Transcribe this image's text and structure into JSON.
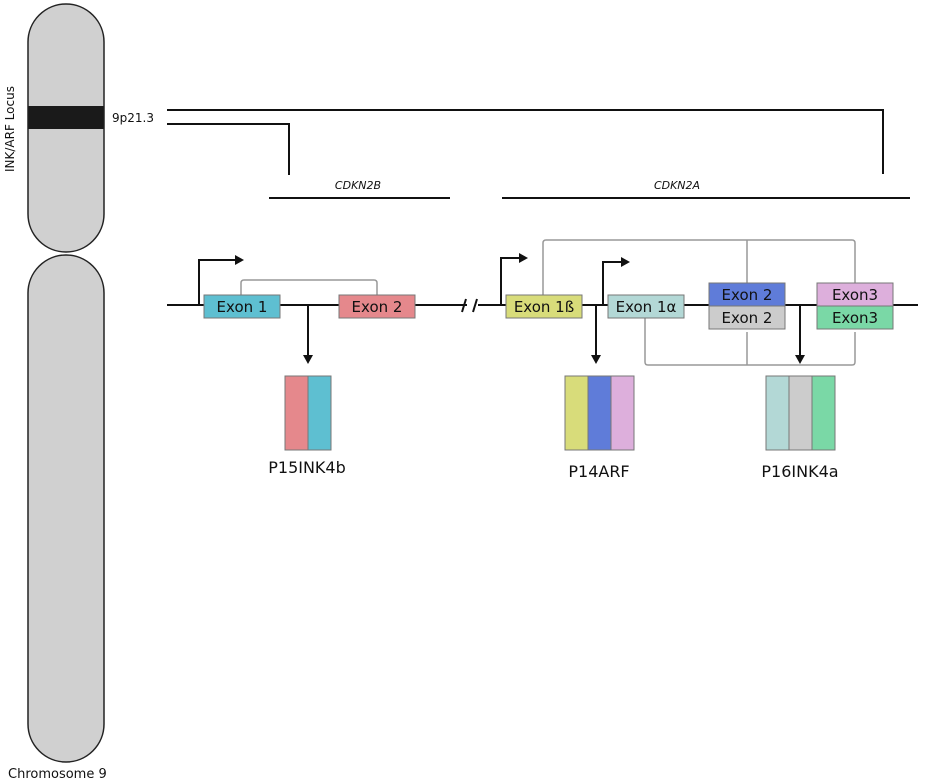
{
  "chromosome": {
    "name": "Chromosome 9",
    "locus_label": "INK/ARF Locus",
    "band": "9p21.3",
    "body_color": "#d0d0d0",
    "band_color": "#1a1a1a"
  },
  "genes": {
    "cdkn2b": "CDKN2B",
    "cdkn2a": "CDKN2A"
  },
  "exons": {
    "e1": {
      "label": "Exon 1",
      "color": "#5ebfd1"
    },
    "e2": {
      "label": "Exon 2",
      "color": "#e5888c"
    },
    "e1b": {
      "label": "Exon 1ß",
      "color": "#d8dc7a"
    },
    "e1a": {
      "label": "Exon 1α",
      "color": "#b3d8d6"
    },
    "e2top": {
      "label": "Exon 2",
      "color": "#5f7cd9"
    },
    "e2bot": {
      "label": "Exon 2",
      "color": "#cccccc"
    },
    "e3top": {
      "label": "Exon3",
      "color": "#ddafdc"
    },
    "e3bot": {
      "label": "Exon3",
      "color": "#7ad8a6"
    }
  },
  "proteins": {
    "p15": {
      "label": "P15INK4b",
      "colors": [
        "#e5888c",
        "#5ebfd1"
      ]
    },
    "p14": {
      "label": "P14ARF",
      "colors": [
        "#d8dc7a",
        "#5f7cd9",
        "#ddafdc"
      ]
    },
    "p16": {
      "label": "P16INK4a",
      "colors": [
        "#b3d8d6",
        "#cccccc",
        "#7ad8a6"
      ]
    }
  }
}
